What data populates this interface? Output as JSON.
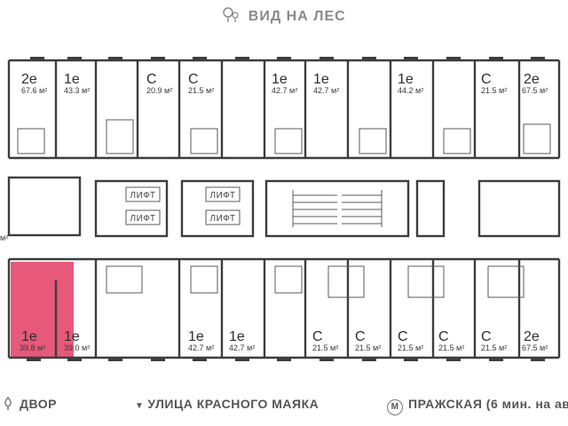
{
  "header": {
    "view_label": "ВИД НА ЛЕС",
    "tree_icon": "tree-icon"
  },
  "footer": {
    "yard_label": "ДВОР",
    "street_label": "УЛИЦА КРАСНОГО МАЯКА",
    "metro_label": "ПРАЖСКАЯ (6 мин. на авт",
    "metro_letter": "М"
  },
  "lifts": [
    "ЛИФТ",
    "ЛИФТ",
    "ЛИФТ",
    "ЛИФТ"
  ],
  "corridor_area_fragment": "м²",
  "units_top": [
    {
      "type": "2e",
      "area": "67.6 м²"
    },
    {
      "type": "1e",
      "area": "43.3 м²"
    },
    {
      "type": "C",
      "area": "20.9 м²"
    },
    {
      "type": "C",
      "area": "21.5 м²"
    },
    {
      "type": "1e",
      "area": "42.7 м²"
    },
    {
      "type": "1e",
      "area": "42.7 м²"
    },
    {
      "type": "1e",
      "area": "44.2 м²"
    },
    {
      "type": "C",
      "area": "21.5 м²"
    },
    {
      "type": "2e",
      "area": "67.5 м²"
    }
  ],
  "units_bottom": [
    {
      "type": "1e",
      "area": "39.8 м²",
      "highlighted": true
    },
    {
      "type": "1e",
      "area": "39.0 м²"
    },
    {
      "type": "1e",
      "area": "42.7 м²"
    },
    {
      "type": "1e",
      "area": "42.7 м²"
    },
    {
      "type": "C",
      "area": "21.5 м²"
    },
    {
      "type": "C",
      "area": "21.5 м²"
    },
    {
      "type": "C",
      "area": "21.5 м²"
    },
    {
      "type": "C",
      "area": "21.5 м²"
    },
    {
      "type": "C",
      "area": "21.5 м²"
    },
    {
      "type": "2e",
      "area": "67.5 м²"
    }
  ],
  "colors": {
    "highlight": "#e8587a",
    "wall": "#3d3d3d",
    "label_gray": "#8a8a8a"
  }
}
